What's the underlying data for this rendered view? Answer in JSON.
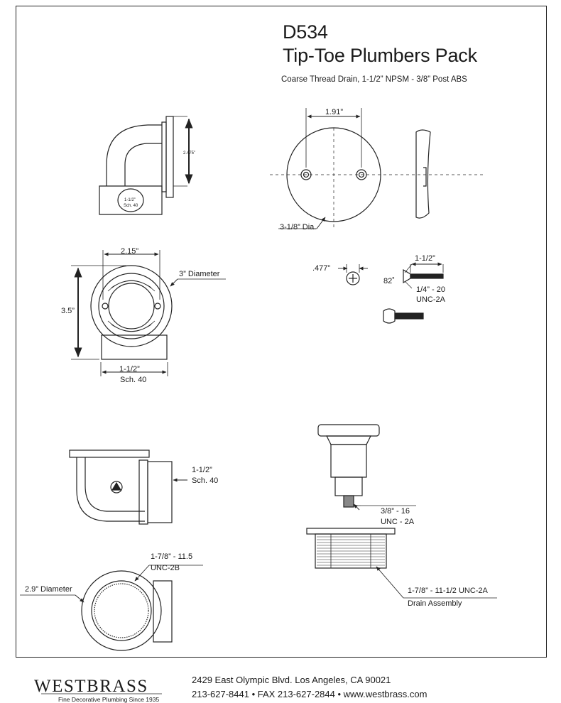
{
  "header": {
    "model": "D534",
    "product_name": "Tip-Toe Plumbers Pack",
    "description": "Coarse Thread Drain, 1-1/2” NPSM - 3/8” Post  ABS"
  },
  "dimensions": {
    "elbow_height": "2.475”",
    "elbow_pipe_small": "1-1/2”",
    "elbow_pipe_small2": "Sch. 40",
    "faceplate_hole_spacing": "1.91”",
    "faceplate_dia": "3-1/8” Dia.",
    "front_width": "2.15”",
    "front_diameter": "3” Diameter",
    "front_height": "3.5”",
    "front_pipe": "1-1/2”",
    "front_pipe2": "Sch. 40",
    "screw_head": ".477”",
    "screw_length": "1-1/2”",
    "screw_angle": "82˚",
    "screw_thread": "1/4” - 20",
    "screw_thread2": "UNC-2A",
    "side_pipe": "1-1/2”",
    "side_pipe2": "Sch. 40",
    "stopper_thread": "3/8” - 16",
    "stopper_thread2": "UNC - 2A",
    "bottom_thread": "1-7/8” - 11.5",
    "bottom_thread2": "UNC-2B",
    "bottom_diameter": "2.9” Diameter",
    "drain_thread": "1-7/8” - 11-1/2 UNC-2A",
    "drain_label": "Drain Assembly"
  },
  "footer": {
    "brand": "WESTBRASS",
    "tagline": "Fine Decorative Plumbing Since 1935",
    "address": "2429 East Olympic Blvd. Los Angeles, CA  90021",
    "phone": "213-627-8441 • FAX 213-627-2844 • www.westbrass.com"
  }
}
